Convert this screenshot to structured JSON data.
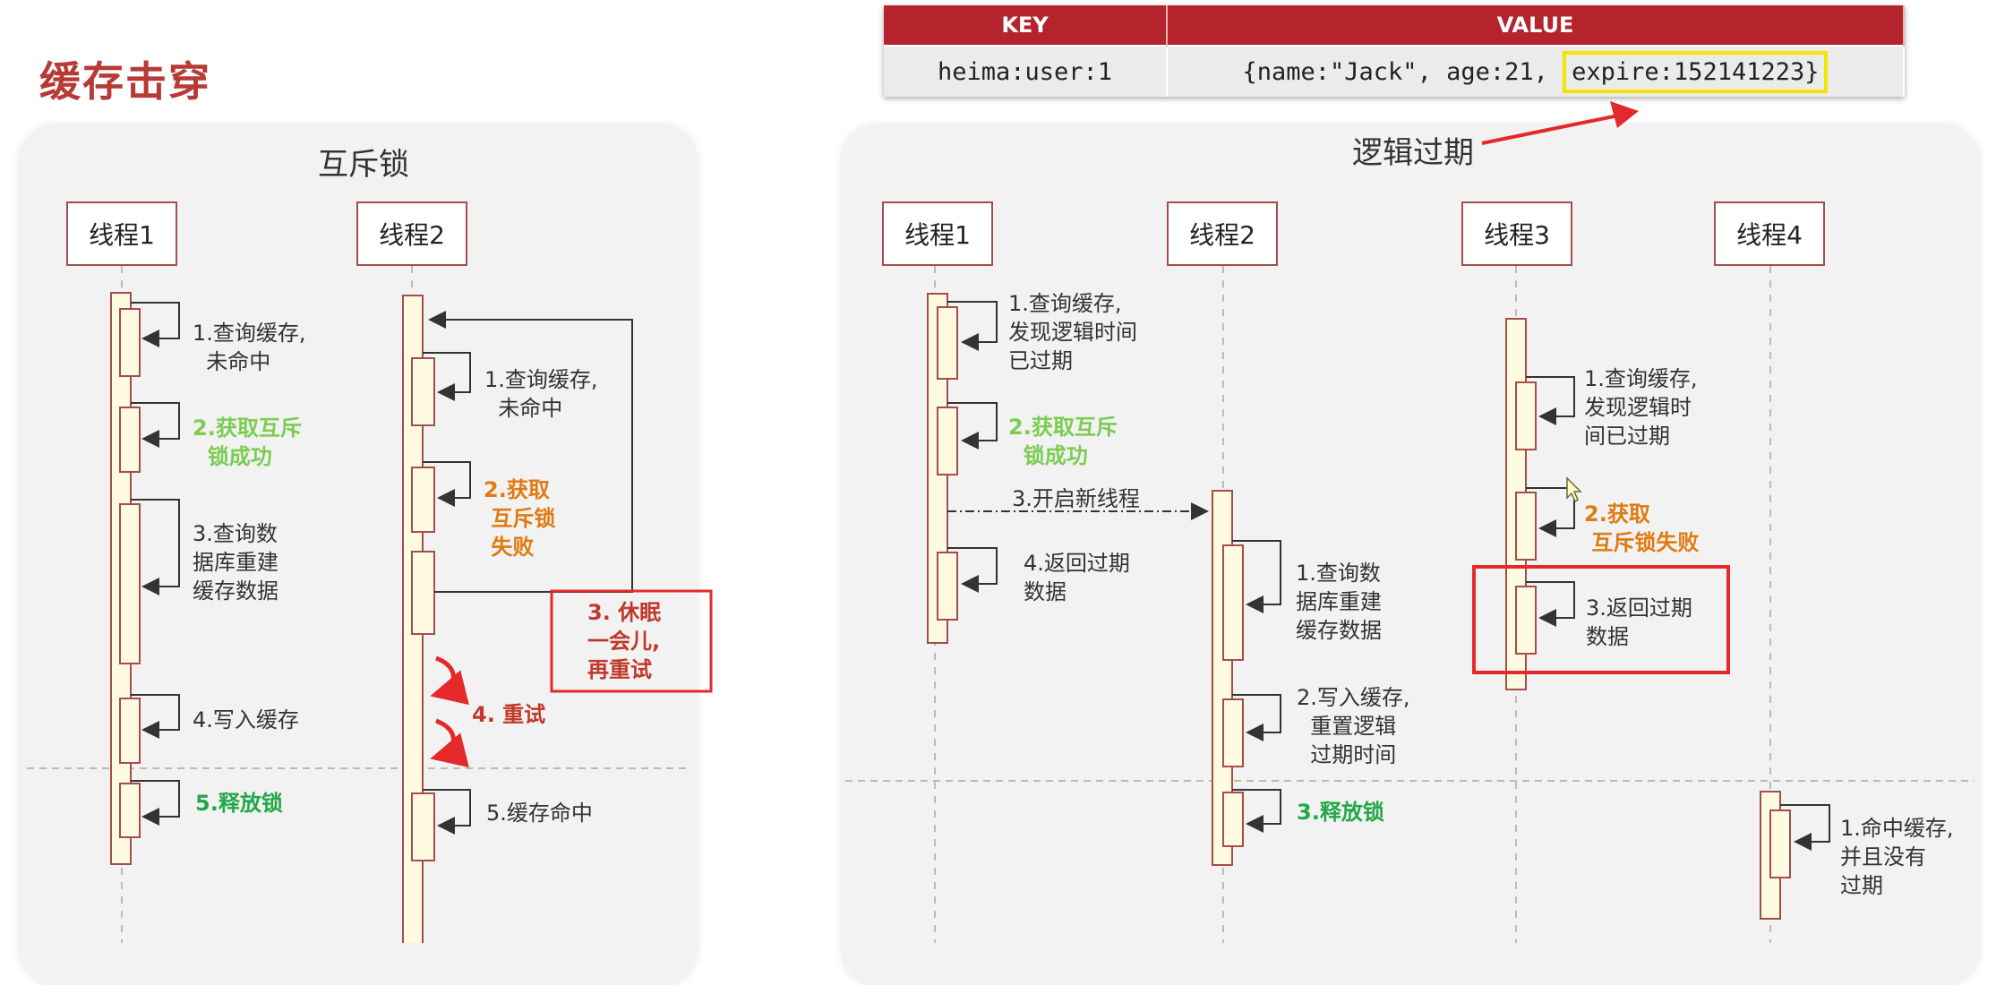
{
  "title": "缓存击穿",
  "kv_table": {
    "headers": [
      "KEY",
      "VALUE"
    ],
    "key": "heima:user:1",
    "value_prefix": "{name:\"Jack\", age:21,",
    "value_highlight": "expire:152141223}"
  },
  "left_panel": {
    "title": "互斥锁",
    "threads": [
      "线程1",
      "线程2"
    ],
    "t1_steps": [
      "1.查询缓存,\n  未命中",
      "2.获取互斥\n  锁成功",
      "3.查询数\n据库重建\n缓存数据",
      "4.写入缓存",
      "5.释放锁"
    ],
    "t2_steps": [
      "1.查询缓存,\n  未命中",
      "2.获取\n 互斥锁\n 失败",
      "3. 休眠\n一会儿,\n再重试",
      "4. 重试",
      "5.缓存命中"
    ]
  },
  "right_panel": {
    "title": "逻辑过期",
    "threads": [
      "线程1",
      "线程2",
      "线程3",
      "线程4"
    ],
    "t1_steps": [
      "1.查询缓存,\n发现逻辑时间\n已过期",
      "2.获取互斥\n  锁成功",
      "3.开启新线程",
      "4.返回过期\n数据"
    ],
    "t2_steps": [
      "1.查询数\n据库重建\n缓存数据",
      "2.写入缓存,\n  重置逻辑\n  过期时间",
      "3.释放锁"
    ],
    "t3_steps": [
      "1.查询缓存,\n发现逻辑时\n间已过期",
      "2.获取\n 互斥锁失败",
      "3.返回过期\n数据"
    ],
    "t4_steps": [
      "1.命中缓存,\n并且没有\n过期"
    ]
  },
  "colors": {
    "brand_red": "#b5232c",
    "lifeline": "#fffbe0",
    "step_green": "#7ccc51",
    "step_orange": "#e07b12"
  }
}
